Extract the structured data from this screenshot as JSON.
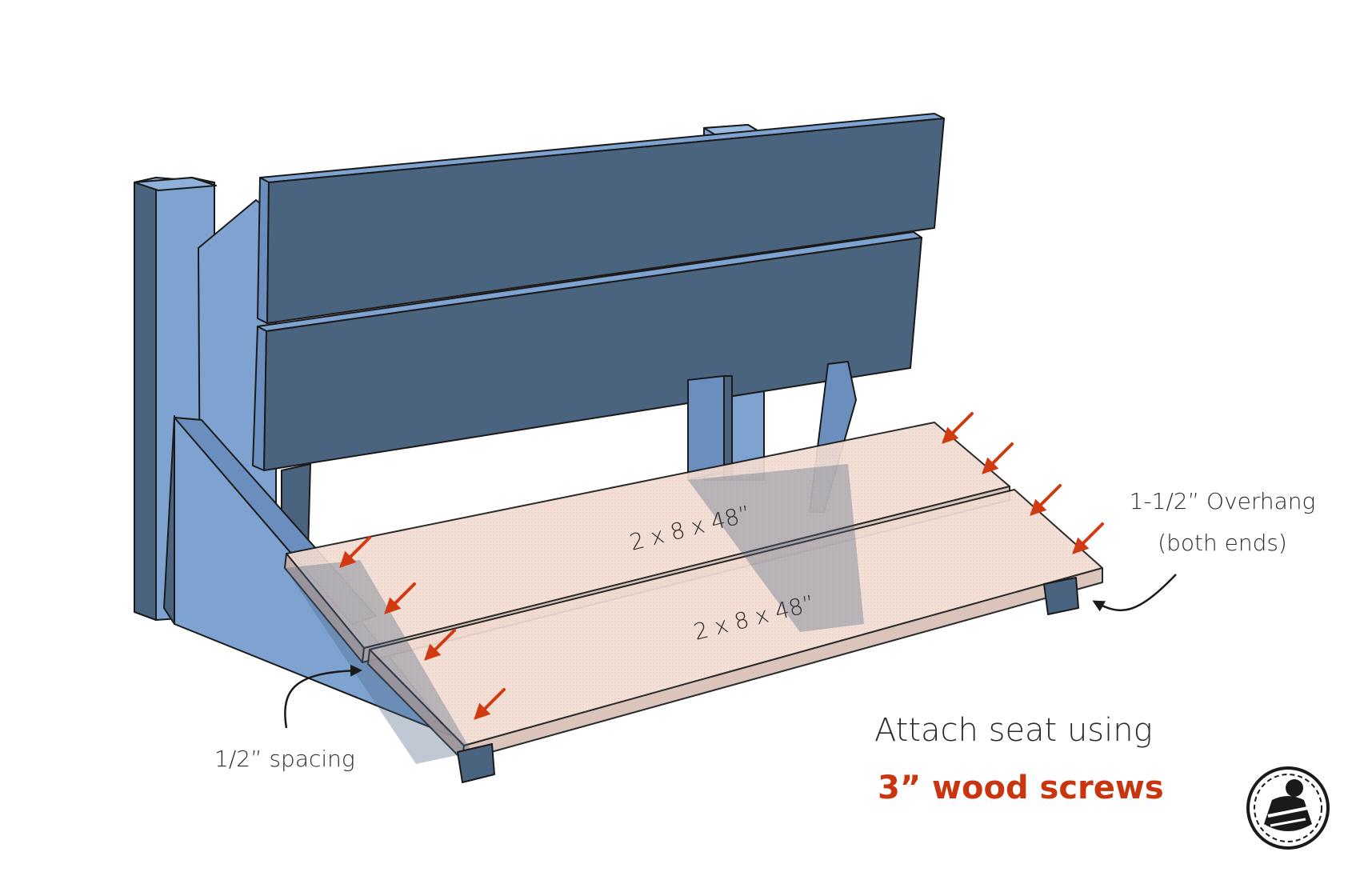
{
  "labels": {
    "board_top": "2 x 8 x 48”",
    "board_bottom": "2 x 8 x 48”",
    "overhang_line1": "1-1/2” Overhang",
    "overhang_line2": "(both ends)",
    "spacing": "1/2” spacing",
    "instruction_line1": "Attach seat using",
    "instruction_line2": "3” wood screws"
  },
  "colors": {
    "frame_light": "#7ea3d1",
    "frame_mid": "#6a8fbf",
    "frame_dark": "#4a6480",
    "frame_side": "#3d5875",
    "seat_fill": "#f3ddd2",
    "seat_edge": "#b9a49a",
    "arrow": "#d23a12",
    "accent_text": "#c8350f",
    "outline": "#1a1a1a"
  },
  "icons": {
    "logo": "woodworker-logo"
  }
}
